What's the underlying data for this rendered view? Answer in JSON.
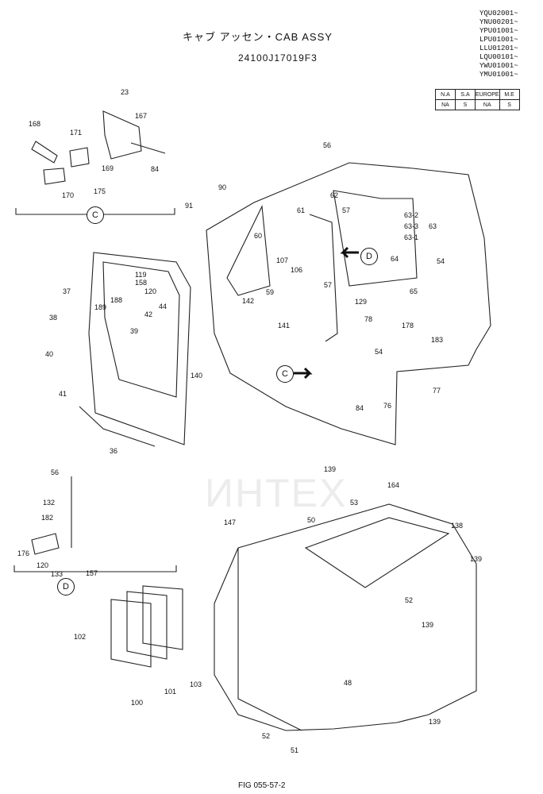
{
  "header": {
    "title": "キャブ アッセン・CAB ASSY",
    "part_number": "24100J17019F3",
    "serials": [
      "YQU02001~",
      "YNU00201~",
      "YPU01001~",
      "LPU01001~",
      "LLU01201~",
      "LQU00101~",
      "YWU01001~",
      "YMU01001~"
    ]
  },
  "market_table": {
    "headers": [
      "N.A",
      "S.A",
      "EUROPE",
      "M.E"
    ],
    "values": [
      "NA",
      "S",
      "NA",
      "S"
    ]
  },
  "watermark": "ИНТЕХ",
  "section_labels": [
    "C",
    "C",
    "D",
    "D"
  ],
  "part_labels": [
    "23",
    "167",
    "168",
    "171",
    "169",
    "84",
    "170",
    "175",
    "56",
    "90",
    "91",
    "62",
    "57",
    "61",
    "63-2",
    "63-3",
    "63-1",
    "63",
    "54",
    "64",
    "60",
    "107",
    "106",
    "57",
    "59",
    "142",
    "141",
    "65",
    "129",
    "78",
    "178",
    "54",
    "183",
    "77",
    "84",
    "76",
    "119",
    "158",
    "120",
    "37",
    "188",
    "189",
    "42",
    "44",
    "38",
    "39",
    "40",
    "41",
    "140",
    "36",
    "56",
    "132",
    "182",
    "176",
    "120",
    "133",
    "157",
    "139",
    "164",
    "53",
    "147",
    "50",
    "138",
    "139",
    "52",
    "139",
    "48",
    "102",
    "100",
    "101",
    "103",
    "52",
    "51",
    "139"
  ],
  "footer": "FIG 055-57-2"
}
